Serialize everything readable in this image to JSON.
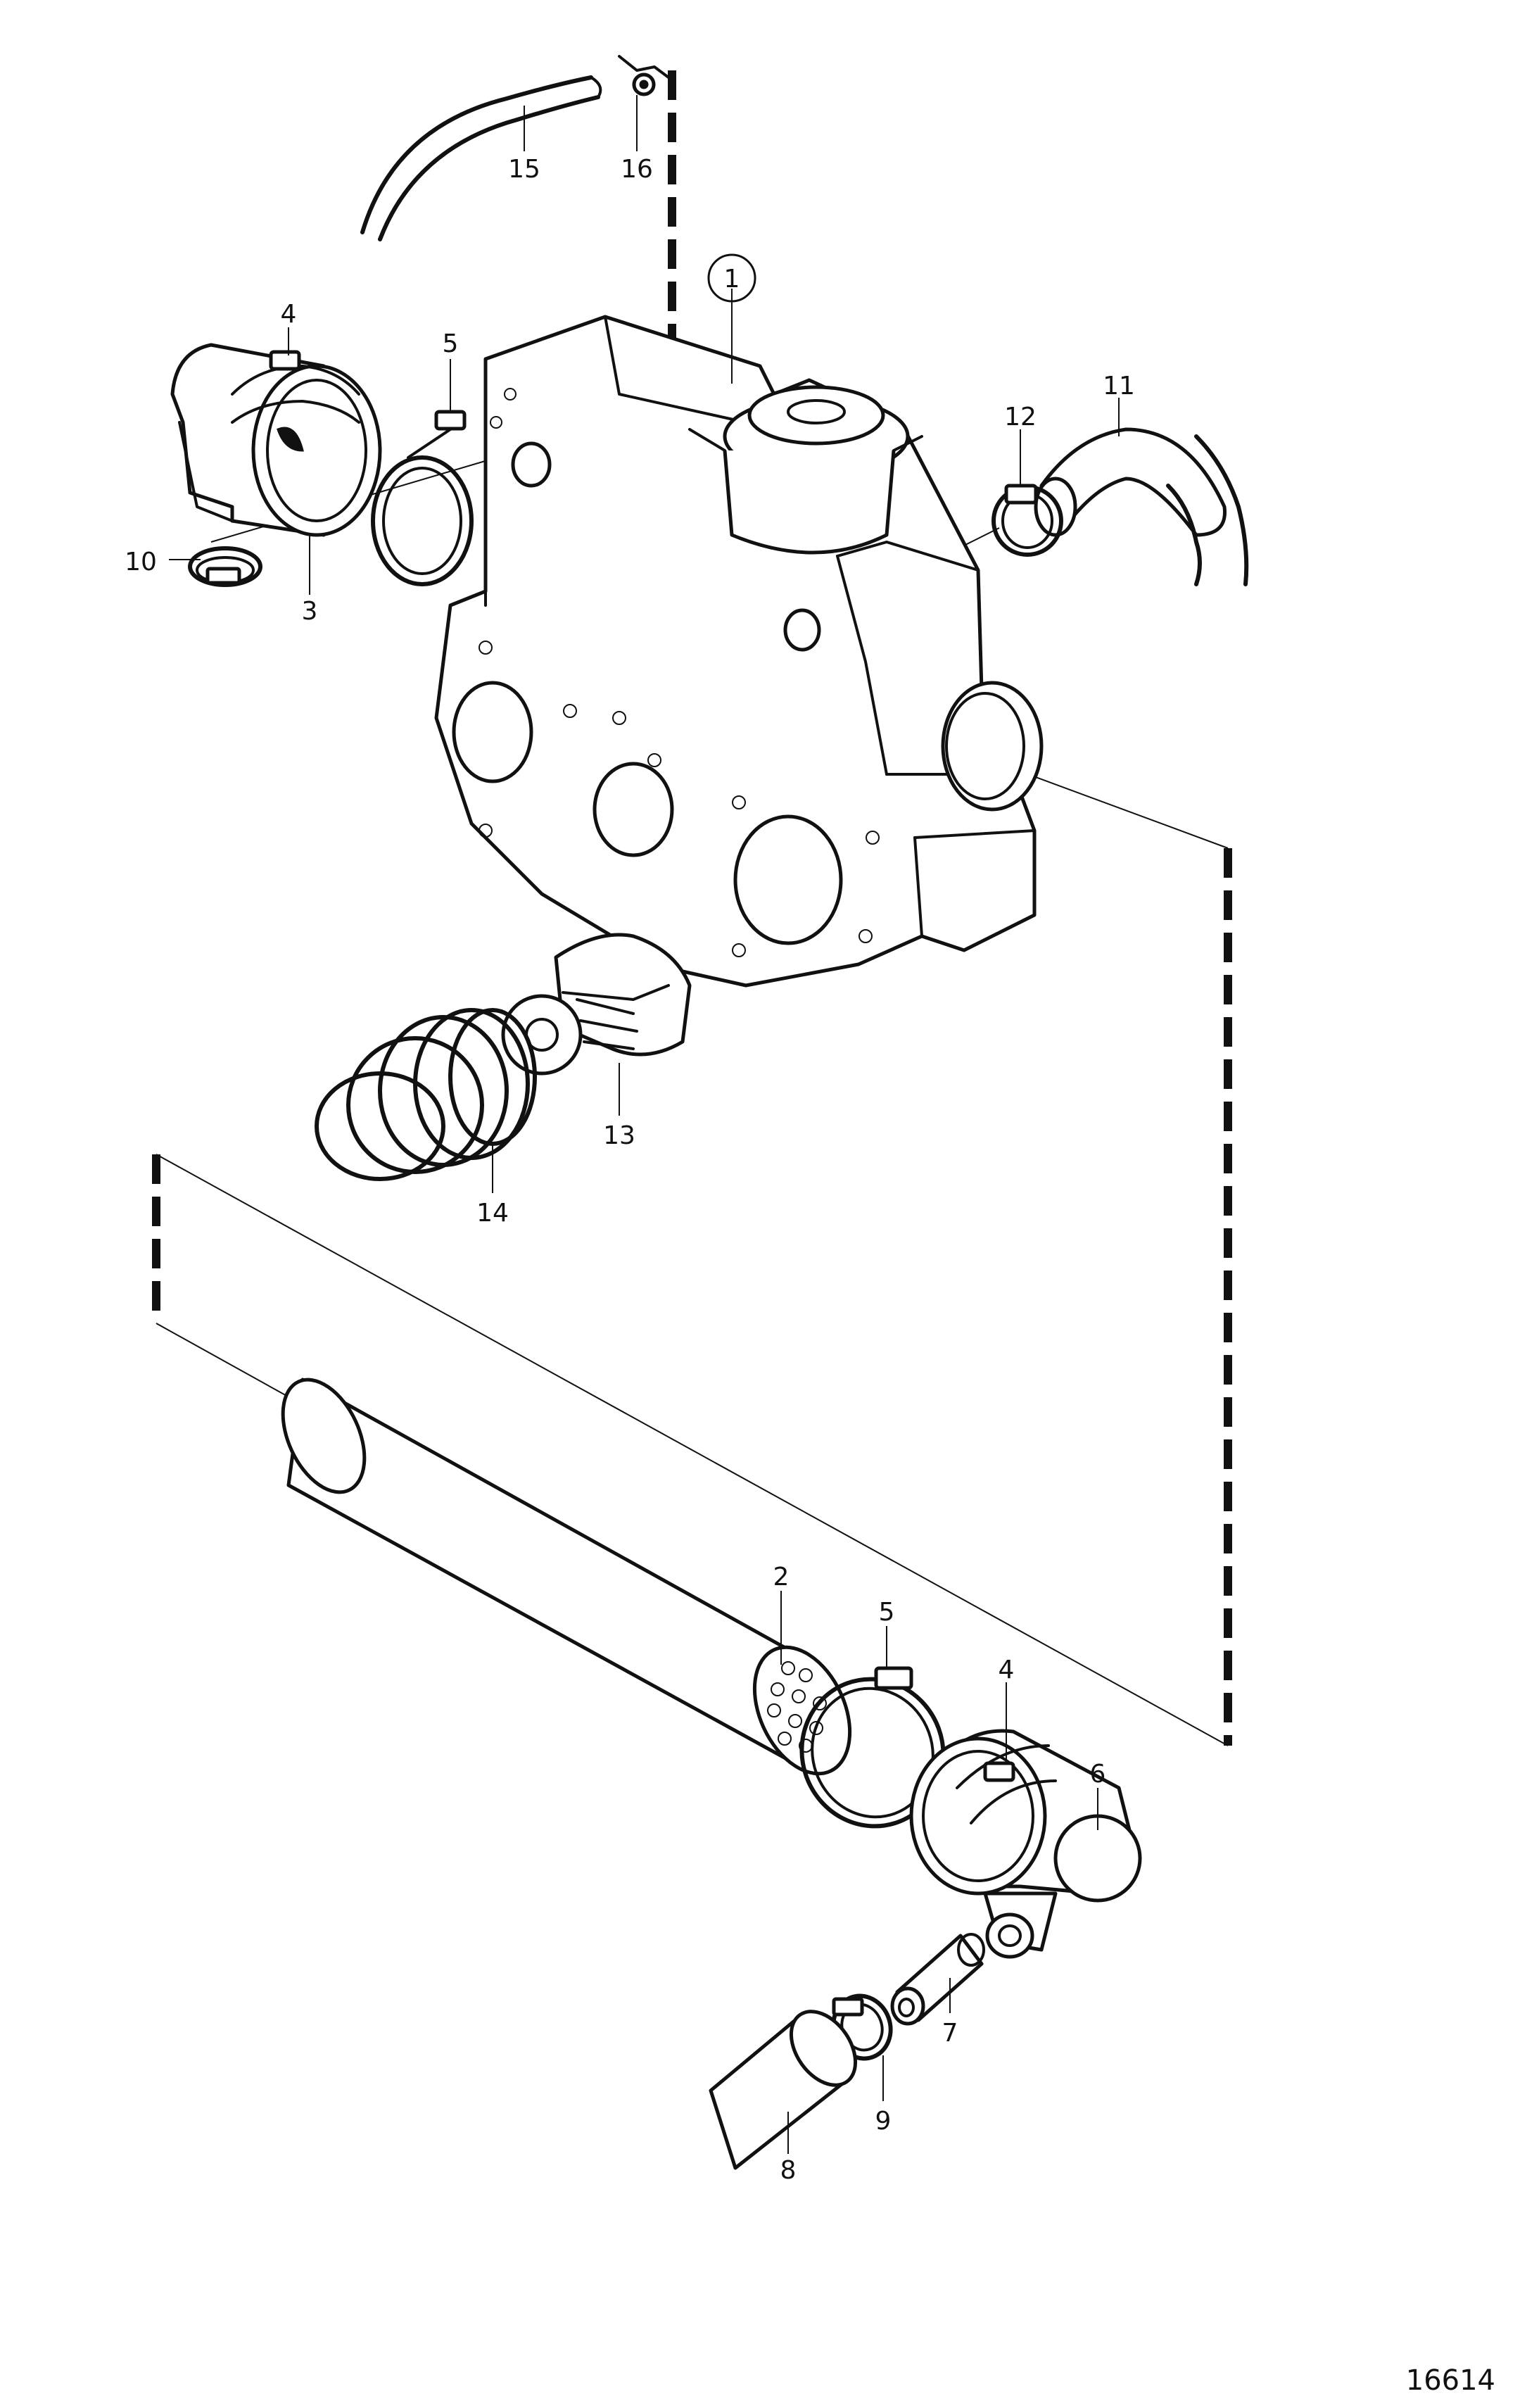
{
  "drawing_number": "16614",
  "callouts": {
    "c1": "1",
    "c2": "2",
    "c3": "3",
    "c4_top": "4",
    "c4_bottom": "4",
    "c5_top": "5",
    "c5_bottom": "5",
    "c6": "6",
    "c7": "7",
    "c8": "8",
    "c9": "9",
    "c10": "10",
    "c11": "11",
    "c12": "12",
    "c13": "13",
    "c14": "14",
    "c15": "15",
    "c16": "16"
  }
}
